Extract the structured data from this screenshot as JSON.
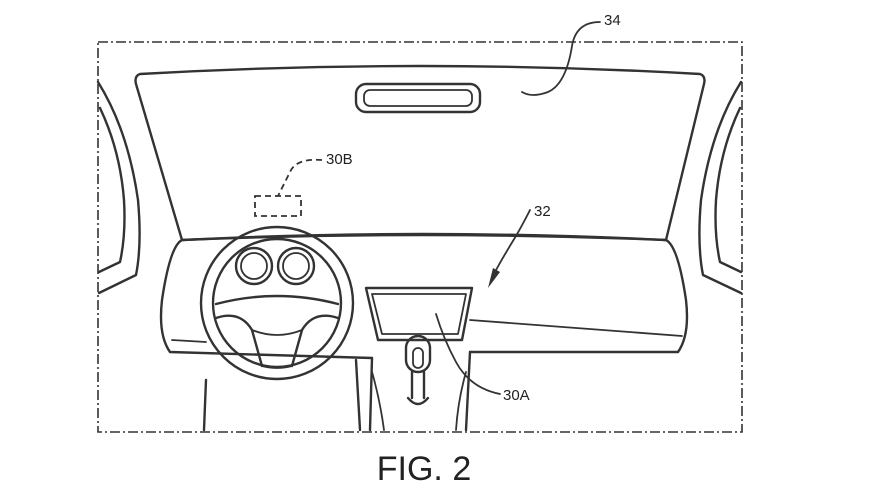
{
  "labels": {
    "view": "34",
    "dashboard": "32",
    "display_hud": "30B",
    "display_center": "30A"
  },
  "caption": "FIG. 2"
}
